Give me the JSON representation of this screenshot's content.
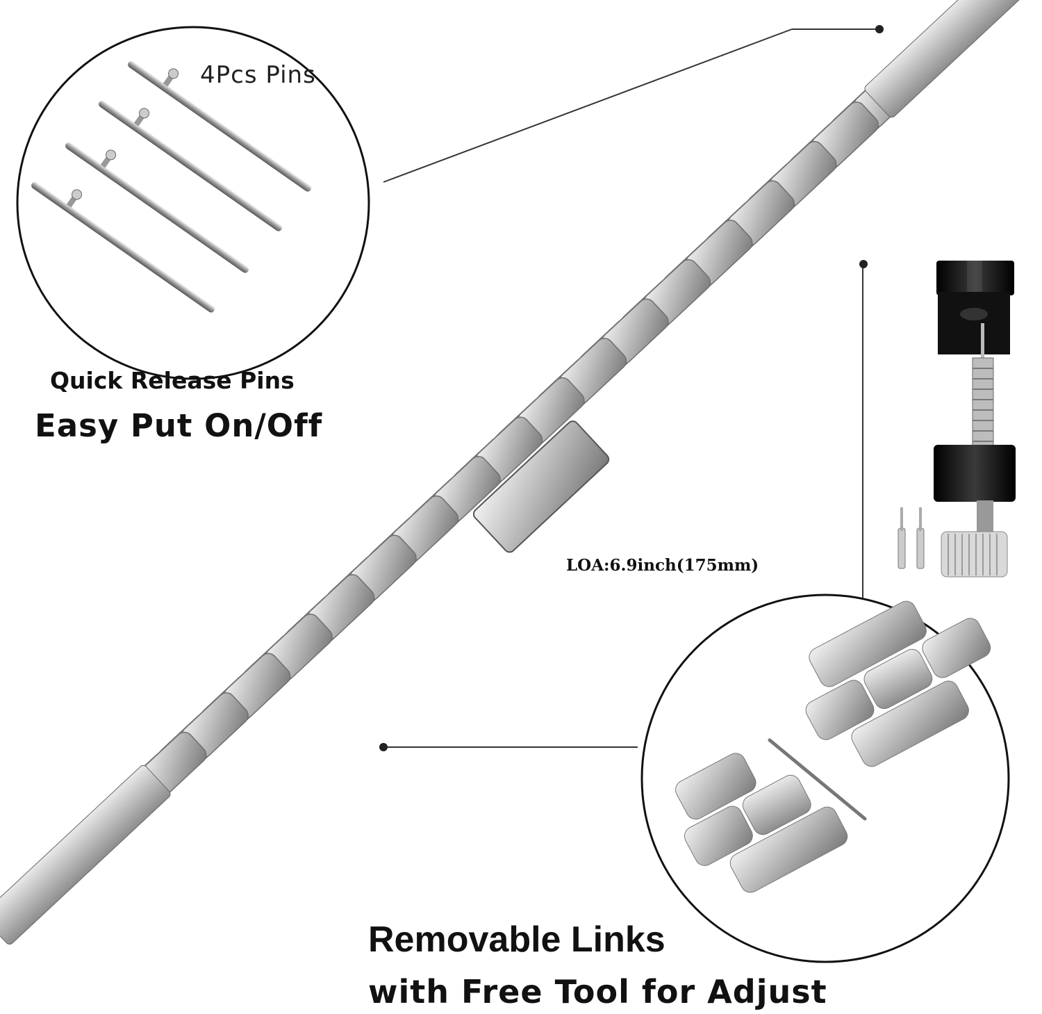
{
  "image": {
    "pins_caption": "4Pcs Pins",
    "quick_release_label": "Quick Release Pins",
    "easy_label": "Easy Put On/Off",
    "loa_label": "LOA:6.9inch(175mm)",
    "removable_label": "Removable Links",
    "tool_label": "with Free Tool for Adjust"
  },
  "colors": {
    "metal_light": "#d8d8d8",
    "metal_mid": "#a9a9a9",
    "metal_dark": "#6e6e6e",
    "tool_black": "#151515",
    "line": "#333333"
  },
  "icons": [
    "spring-bar-pin-icon",
    "link-adjust-tool-icon",
    "watch-band-icon"
  ]
}
